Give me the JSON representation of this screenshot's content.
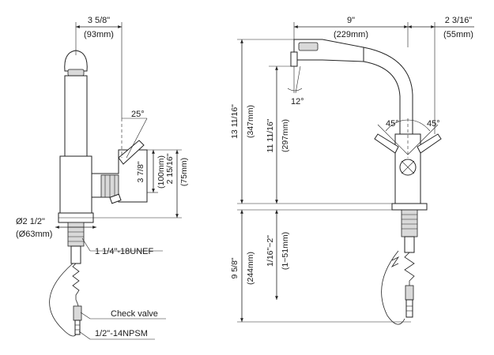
{
  "left_view": {
    "dim_width": {
      "imperial": "3 5/8\"",
      "metric": "(93mm)"
    },
    "spray_angle": "25°",
    "dim_spout_height": {
      "imperial": "2 15/16\"",
      "metric": "(75mm)"
    },
    "dim_handle_height": {
      "imperial": "3 7/8\"",
      "metric": "(100mm)"
    },
    "dim_base": {
      "imperial": "Ø2 1/2\"",
      "metric": "(Ø63mm)"
    },
    "thread_label": "1 1/4\"-18UNEF",
    "check_valve_label": "Check valve",
    "npsm_label": "1/2\"-14NPSM"
  },
  "right_view": {
    "dim_reach": {
      "imperial": "9\"",
      "metric": "(229mm)"
    },
    "dim_offset": {
      "imperial": "2 3/16\"",
      "metric": "(55mm)"
    },
    "tilt_angle": "12°",
    "handle_angle_left": "45°",
    "handle_angle_right": "45°",
    "dim_total_height": {
      "imperial": "13 11/16\"",
      "metric": "(347mm)"
    },
    "dim_spout_height": {
      "imperial": "11 11/16\"",
      "metric": "(297mm)"
    },
    "dim_below_deck": {
      "imperial": "9 5/8\"",
      "metric": "(244mm)"
    },
    "dim_deck_thickness": {
      "imperial": "1/16\"~2\"",
      "metric": "(1~51mm)"
    }
  }
}
